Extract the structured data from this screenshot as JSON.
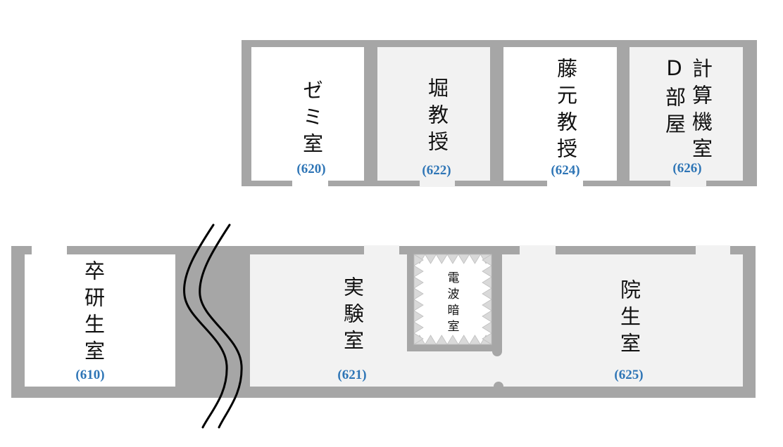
{
  "rooms": {
    "seminar": {
      "name": "ゼミ室",
      "number": "(620)"
    },
    "hori": {
      "name": "堀教授",
      "number": "(622)"
    },
    "fujimoto": {
      "name": "藤元教授",
      "number": "(624)"
    },
    "computer": {
      "name": "計算機室",
      "name_sub": "D部屋",
      "number": "(626)"
    },
    "graduation_research": {
      "name": "卒研生室",
      "number": "(610)"
    },
    "laboratory": {
      "name": "実験室",
      "number": "(621)"
    },
    "anechoic": {
      "name": "電波暗室"
    },
    "graduate": {
      "name": "院生室",
      "number": "(625)"
    }
  },
  "colors": {
    "wall": "#a6a6a6",
    "room_white": "#ffffff",
    "room_gray": "#f2f2f2",
    "room_number": "#2e75b6",
    "break_line": "#000000",
    "absorber": "#d9d9d9",
    "absorber_edge": "#bfbfbf",
    "text": "#111111"
  }
}
